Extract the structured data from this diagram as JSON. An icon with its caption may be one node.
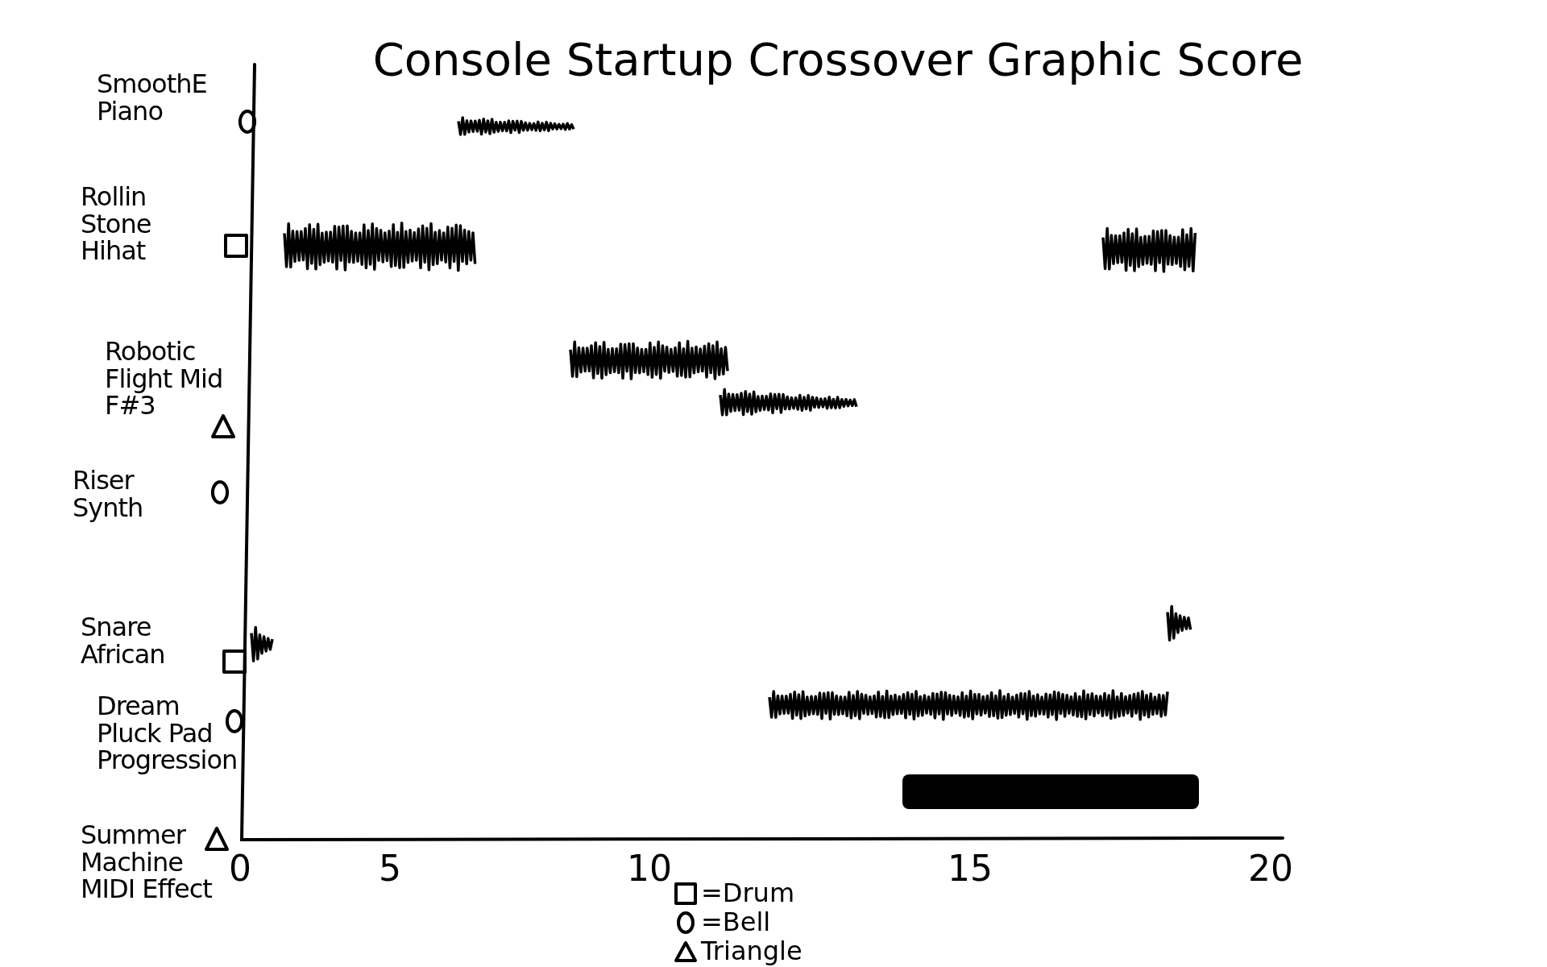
{
  "diagram": {
    "title": "Console Startup Crossover Graphic Score",
    "labels": [
      "SmoothE Piano",
      "Rollin Stone Hihat",
      "Robotic Flight Mid F#3",
      "Riser Synth",
      "Snare African",
      "Dream Pluck Pad Progression",
      "Summer Machine MIDI Effect",
      "0",
      "5",
      "10",
      "15",
      "20"
    ],
    "legend": [
      {
        "text": "=Drum"
      },
      {
        "text": "=Bell"
      },
      {
        "text": "Triangle"
      }
    ]
  }
}
